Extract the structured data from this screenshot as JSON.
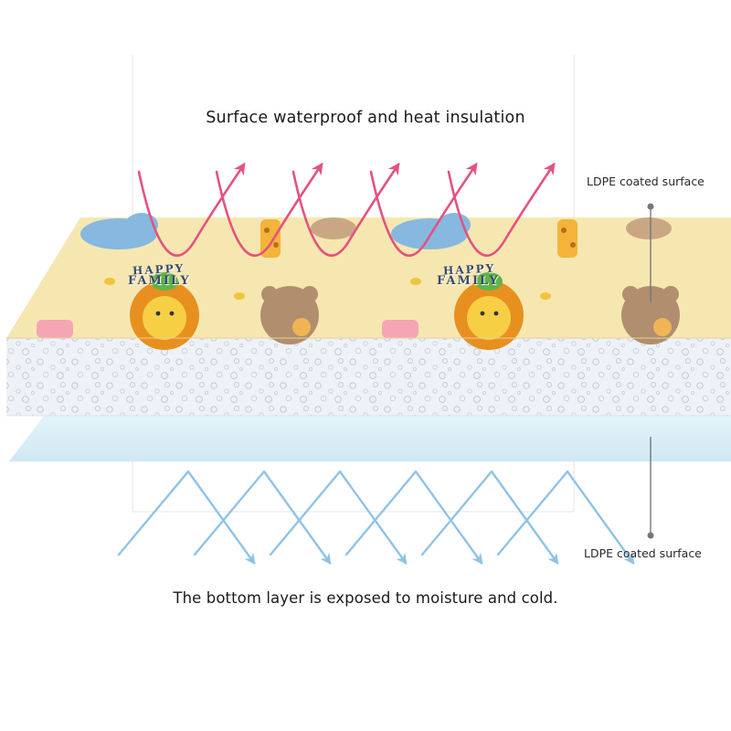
{
  "diagram": {
    "top_caption": "Surface waterproof and heat insulation",
    "bottom_caption": "The bottom layer is exposed to moisture and cold.",
    "callouts": [
      {
        "label": "LDPE coated surface"
      },
      {
        "label": "LDPE coated surface"
      }
    ],
    "mat_print": {
      "words": [
        "HAPPY",
        "FAMILY",
        "HAPPY",
        "FAMILY"
      ]
    },
    "colors": {
      "heat_arrows": "#e4527f",
      "cold_arrows": "#8fc3e6",
      "mat_print": "#f6e7b0",
      "foam": "#eef1f6",
      "bottom_film": "#d7edf6",
      "callout_line": "#777777"
    },
    "icons": {
      "heat_arrows": "up-arrow-icon",
      "cold_arrows": "down-right-arrow-icon",
      "callout_dot": "dot-icon"
    }
  }
}
